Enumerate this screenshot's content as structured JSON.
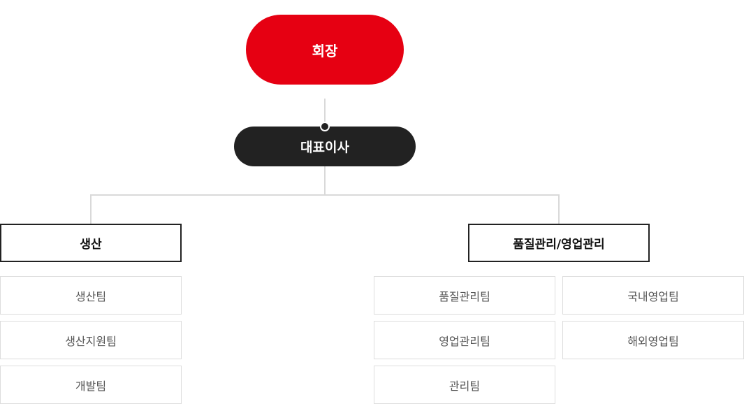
{
  "colors": {
    "ceo": "#e60012",
    "president": "#222222"
  },
  "chairman": "회장",
  "president": "대표이사",
  "departments": [
    {
      "name": "생산",
      "teams": [
        "생산팀",
        "생산지원팀",
        "개발팀"
      ]
    },
    {
      "name": "품질관리/영업관리",
      "teams": [
        "품질관리팀",
        "영업관리팀",
        "관리팀",
        "국내영업팀",
        "해외영업팀"
      ]
    }
  ]
}
